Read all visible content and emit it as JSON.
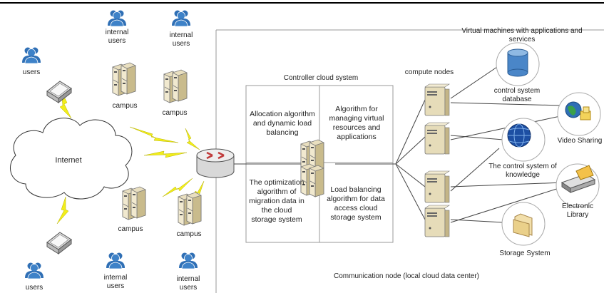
{
  "network": {
    "internet_label": "Internet",
    "users_label": "users",
    "internal_users_label": "internal users",
    "campus_label": "campus"
  },
  "controller": {
    "title": "Controller cloud system",
    "quadrants": {
      "top_left": "Allocation algorithm and dynamic load balancing",
      "top_right": "Algorithm for managing virtual resources and applications",
      "bottom_left": "The optimization algorithm of migration data in the cloud storage system",
      "bottom_right": "Load balancing algorithm for data access cloud storage system"
    }
  },
  "datacenter": {
    "compute_nodes_label": "compute nodes",
    "vm_label": "Virtual machines with applications and services",
    "footer_label": "Communication node (local cloud data center)"
  },
  "services": {
    "control_db": "control system database",
    "video_sharing": "Video Sharing",
    "knowledge": "The control system of knowledge",
    "library": "Electronic Library",
    "storage": "Storage System"
  },
  "colors": {
    "user_icon": "#2f6fb5",
    "bolt": "#f2ee1a",
    "server": "#d8cca6",
    "router": "#c03a3a",
    "globe": "#1d4fa3"
  }
}
